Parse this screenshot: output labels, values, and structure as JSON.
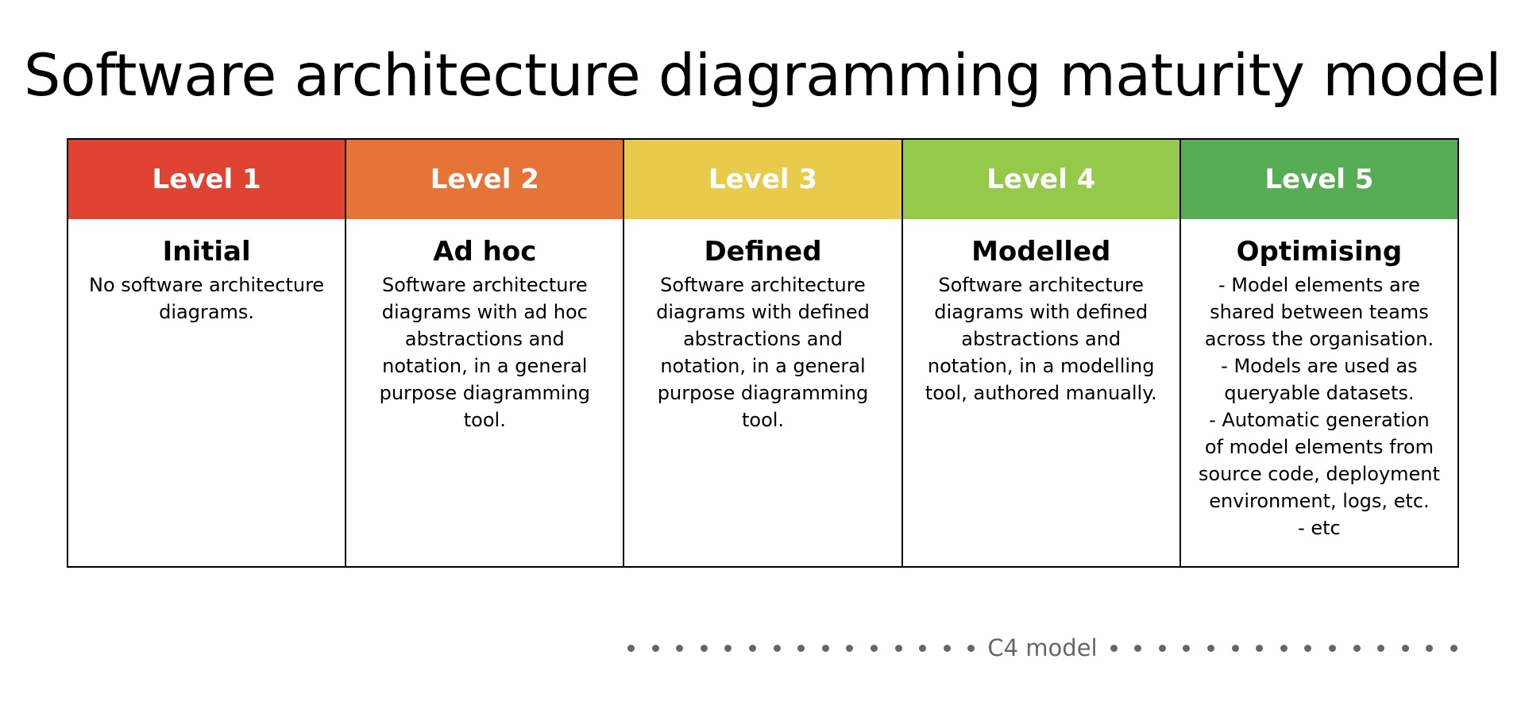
{
  "title": "Software architecture diagramming maturity model",
  "colors": {
    "level1": "#df4432",
    "level2": "#e57436",
    "level3": "#e8cb4a",
    "level4": "#95c94a",
    "level5": "#57ad54"
  },
  "levels": [
    {
      "label": "Level 1",
      "name": "Initial",
      "description": "No software architecture\ndiagrams."
    },
    {
      "label": "Level 2",
      "name": "Ad hoc",
      "description": "Software architecture\ndiagrams with ad hoc\nabstractions and\nnotation, in a general\npurpose diagramming\ntool."
    },
    {
      "label": "Level 3",
      "name": "Defined",
      "description": "Software architecture\ndiagrams with defined\nabstractions and\nnotation, in a general\npurpose diagramming\ntool."
    },
    {
      "label": "Level 4",
      "name": "Modelled",
      "description": "Software architecture\ndiagrams with defined\nabstractions and\nnotation, in a modelling\ntool, authored manually."
    },
    {
      "label": "Level 5",
      "name": "Optimising",
      "description": "- Model elements are\nshared between teams\nacross the organisation.\n- Models are used as\nqueryable datasets.\n- Automatic generation\nof model elements from\nsource code, deployment\nenvironment, logs, etc.\n- etc"
    }
  ],
  "footer": {
    "label": "C4 model"
  }
}
